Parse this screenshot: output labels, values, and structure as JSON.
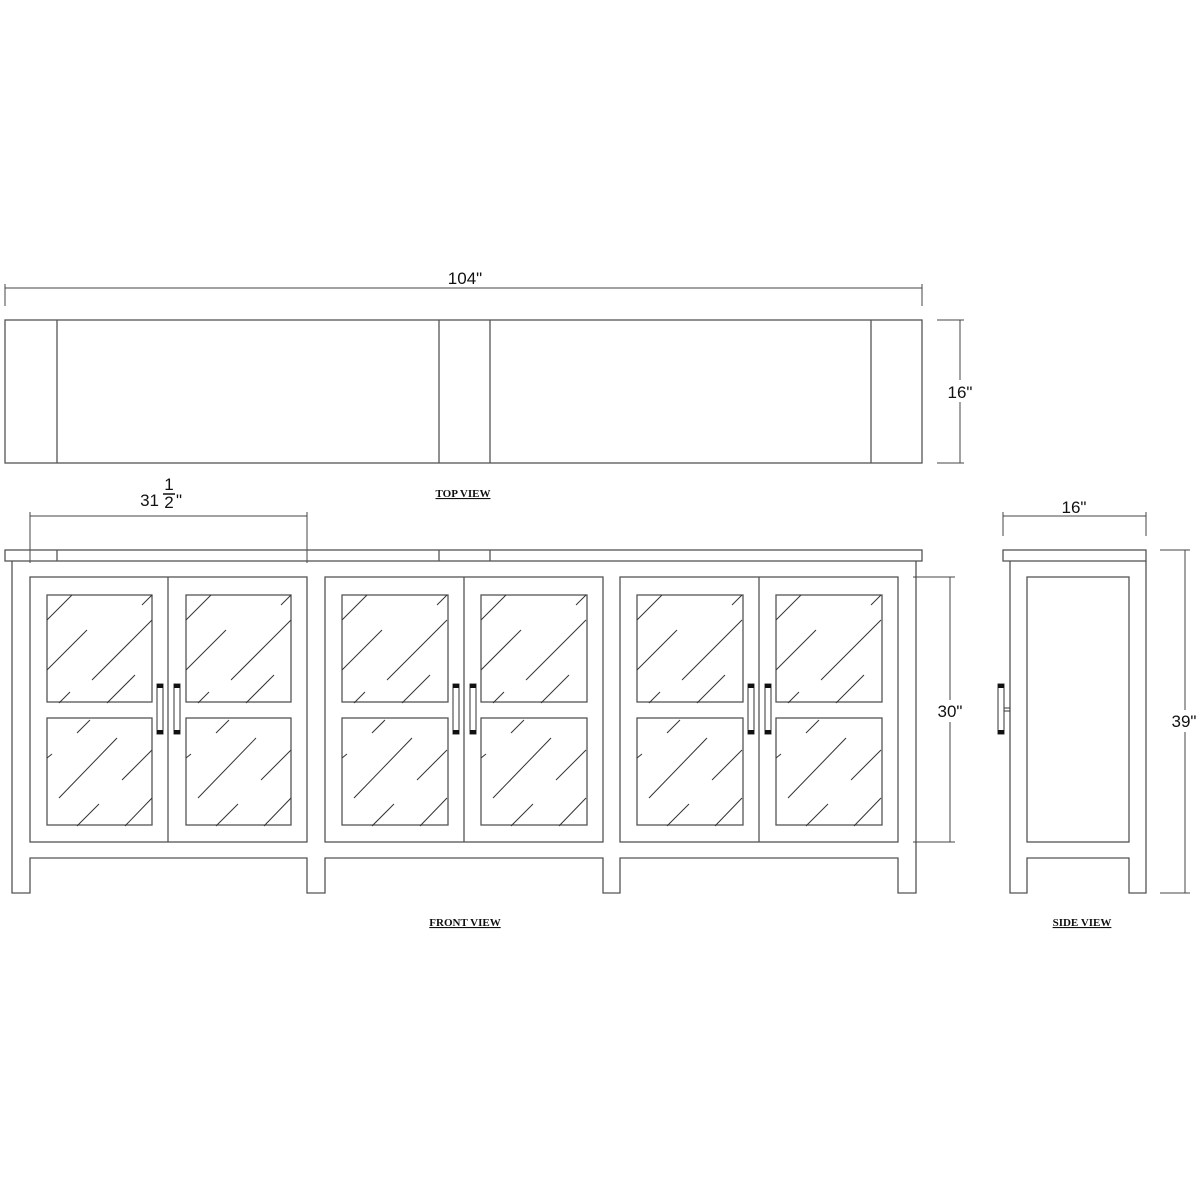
{
  "drawing": {
    "views": {
      "top": {
        "label": "TOP VIEW",
        "width_dim": "104\"",
        "depth_dim": "16\""
      },
      "front": {
        "label": "FRONT VIEW",
        "bay_width_whole": "31",
        "bay_width_fraction_num": "1",
        "bay_width_fraction_den": "2",
        "bay_width_unit": "\"",
        "door_height_dim": "30\""
      },
      "side": {
        "label": "SIDE VIEW",
        "depth_dim": "16\"",
        "height_dim": "39\""
      }
    },
    "stroke_color": "#555555",
    "text_color": "#111111",
    "background": "#ffffff"
  }
}
